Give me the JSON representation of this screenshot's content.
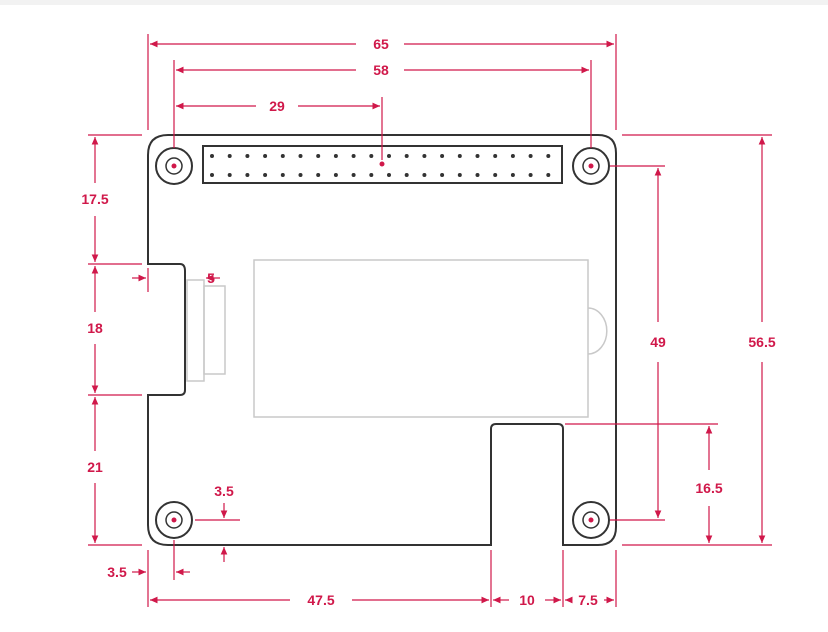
{
  "dimensions": {
    "overall_width": "65",
    "mount_hole_span_x": "58",
    "header_pin_offset": "29",
    "overall_height": "56.5",
    "mount_hole_span_y": "49",
    "left_top_segment": "17.5",
    "left_connector_segment": "18",
    "left_bottom_segment": "21",
    "connector_protrusion": "5",
    "hole_inset_y": "3.5",
    "hole_inset_x": "3.5",
    "bottom_left_segment": "47.5",
    "cutout_width": "10",
    "cutout_right_margin": "7.5",
    "cutout_height": "16.5"
  },
  "colors": {
    "dimension": "#d0184a",
    "outline": "#333333",
    "component": "#c9c9c9",
    "header_pin": "#333333"
  },
  "header": {
    "rows": 2,
    "pins_per_row": 20
  }
}
